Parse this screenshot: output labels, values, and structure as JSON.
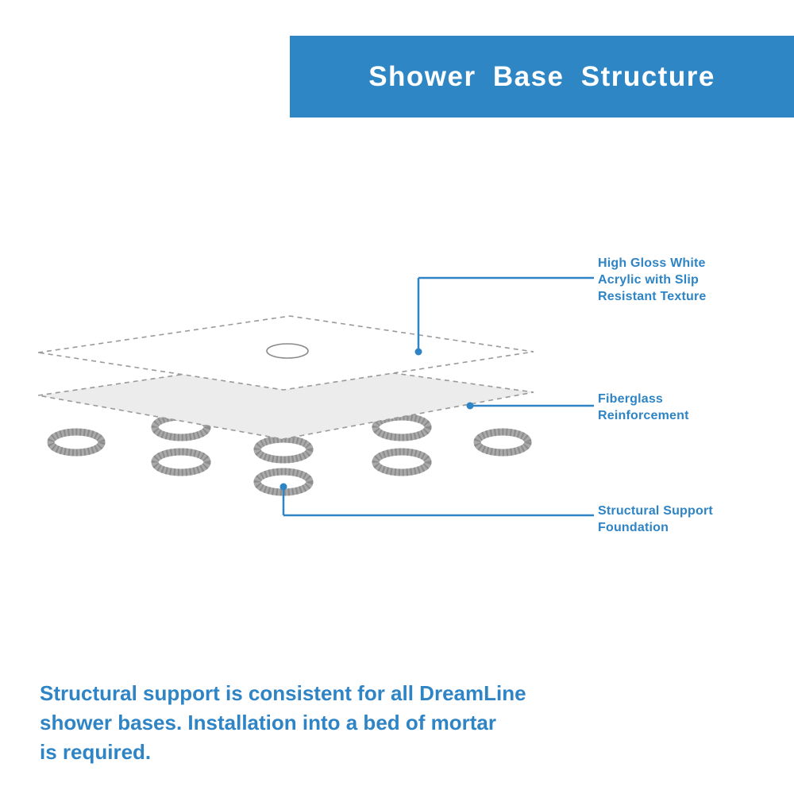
{
  "banner": {
    "title": "Shower Base Structure"
  },
  "labels": {
    "acrylic": "High Gloss White\nAcrylic with Slip\nResistant Texture",
    "fiberglass": "Fiberglass\nReinforcement",
    "support": "Structural Support\nFoundation"
  },
  "footer": {
    "text": "Structural support is consistent for all DreamLine\nshower bases. Installation into a bed of mortar\nis required."
  },
  "colors": {
    "accent_blue": "#2e84c4",
    "banner_blue": "#2e86c5",
    "sheet_fill": "#ececec",
    "ring_gray": "#a9a9a9",
    "outline_gray": "#9a9a9a"
  }
}
